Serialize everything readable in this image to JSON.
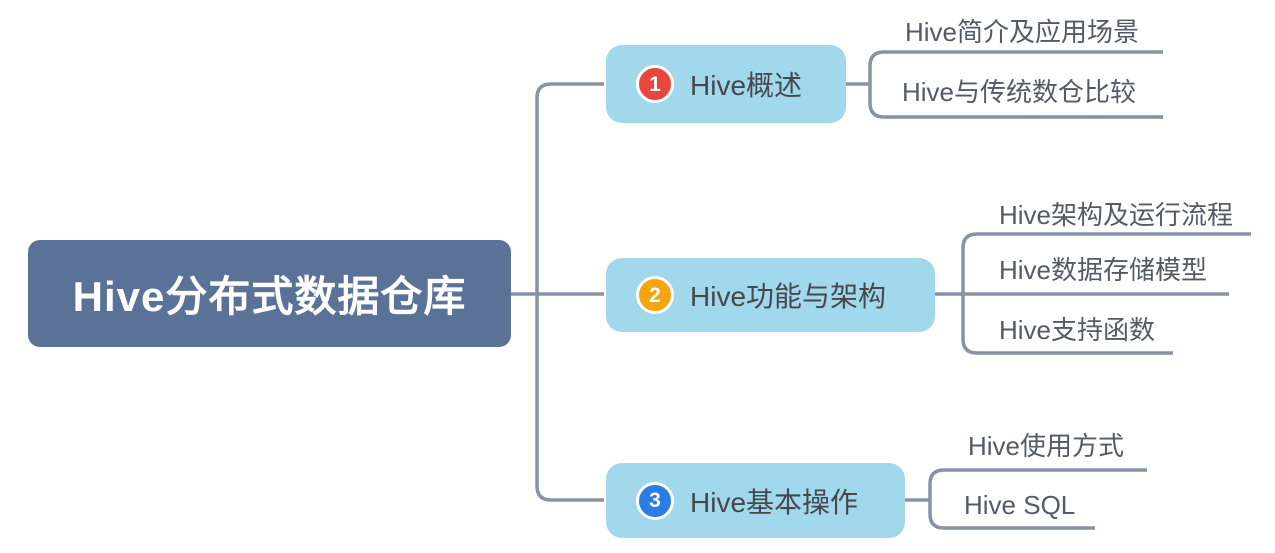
{
  "mindmap": {
    "root": {
      "label": "Hive分布式数据仓库"
    },
    "branches": [
      {
        "number": "1",
        "label": "Hive概述",
        "badge_color": "#e8463c",
        "children": [
          "Hive简介及应用场景",
          "Hive与传统数仓比较"
        ]
      },
      {
        "number": "2",
        "label": "Hive功能与架构",
        "badge_color": "#f5a50d",
        "children": [
          "Hive架构及运行流程",
          "Hive数据存储模型",
          "Hive支持函数"
        ]
      },
      {
        "number": "3",
        "label": "Hive基本操作",
        "badge_color": "#2a7de2",
        "children": [
          "Hive使用方式",
          "Hive SQL"
        ]
      }
    ],
    "colors": {
      "root_fill": "#5a7198",
      "root_text": "#ffffff",
      "branch_fill": "#a1d8eb",
      "branch_text": "#45494e",
      "subtopic_text": "#555b64",
      "connector": "#8793a4",
      "badge_1": "#e8463c",
      "badge_2": "#f5a50d",
      "badge_3": "#2a7de2"
    }
  }
}
